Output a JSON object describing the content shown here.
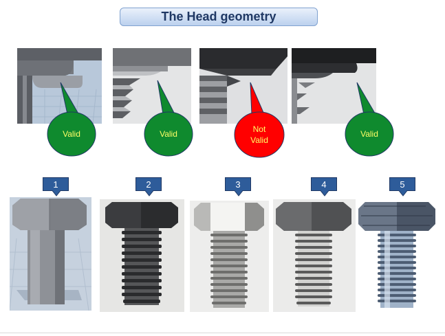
{
  "slide": {
    "title": "The Head geometry"
  },
  "callouts": [
    {
      "label": "Valid",
      "fill": "#0f8a2e",
      "text_color": "#ffff66"
    },
    {
      "label": "Valid",
      "fill": "#0f8a2e",
      "text_color": "#ffff66"
    },
    {
      "label": "Not\nValid",
      "fill": "#ff0000",
      "text_color": "#ffff66"
    },
    {
      "label": "Valid",
      "fill": "#0f8a2e",
      "text_color": "#ffff66"
    }
  ],
  "bolt_numbers": [
    "1",
    "2",
    "3",
    "4",
    "5"
  ],
  "colors": {
    "title_text": "#1f3864",
    "number_badge": "#2e5c9a",
    "callout_outline": "#1f3864"
  }
}
